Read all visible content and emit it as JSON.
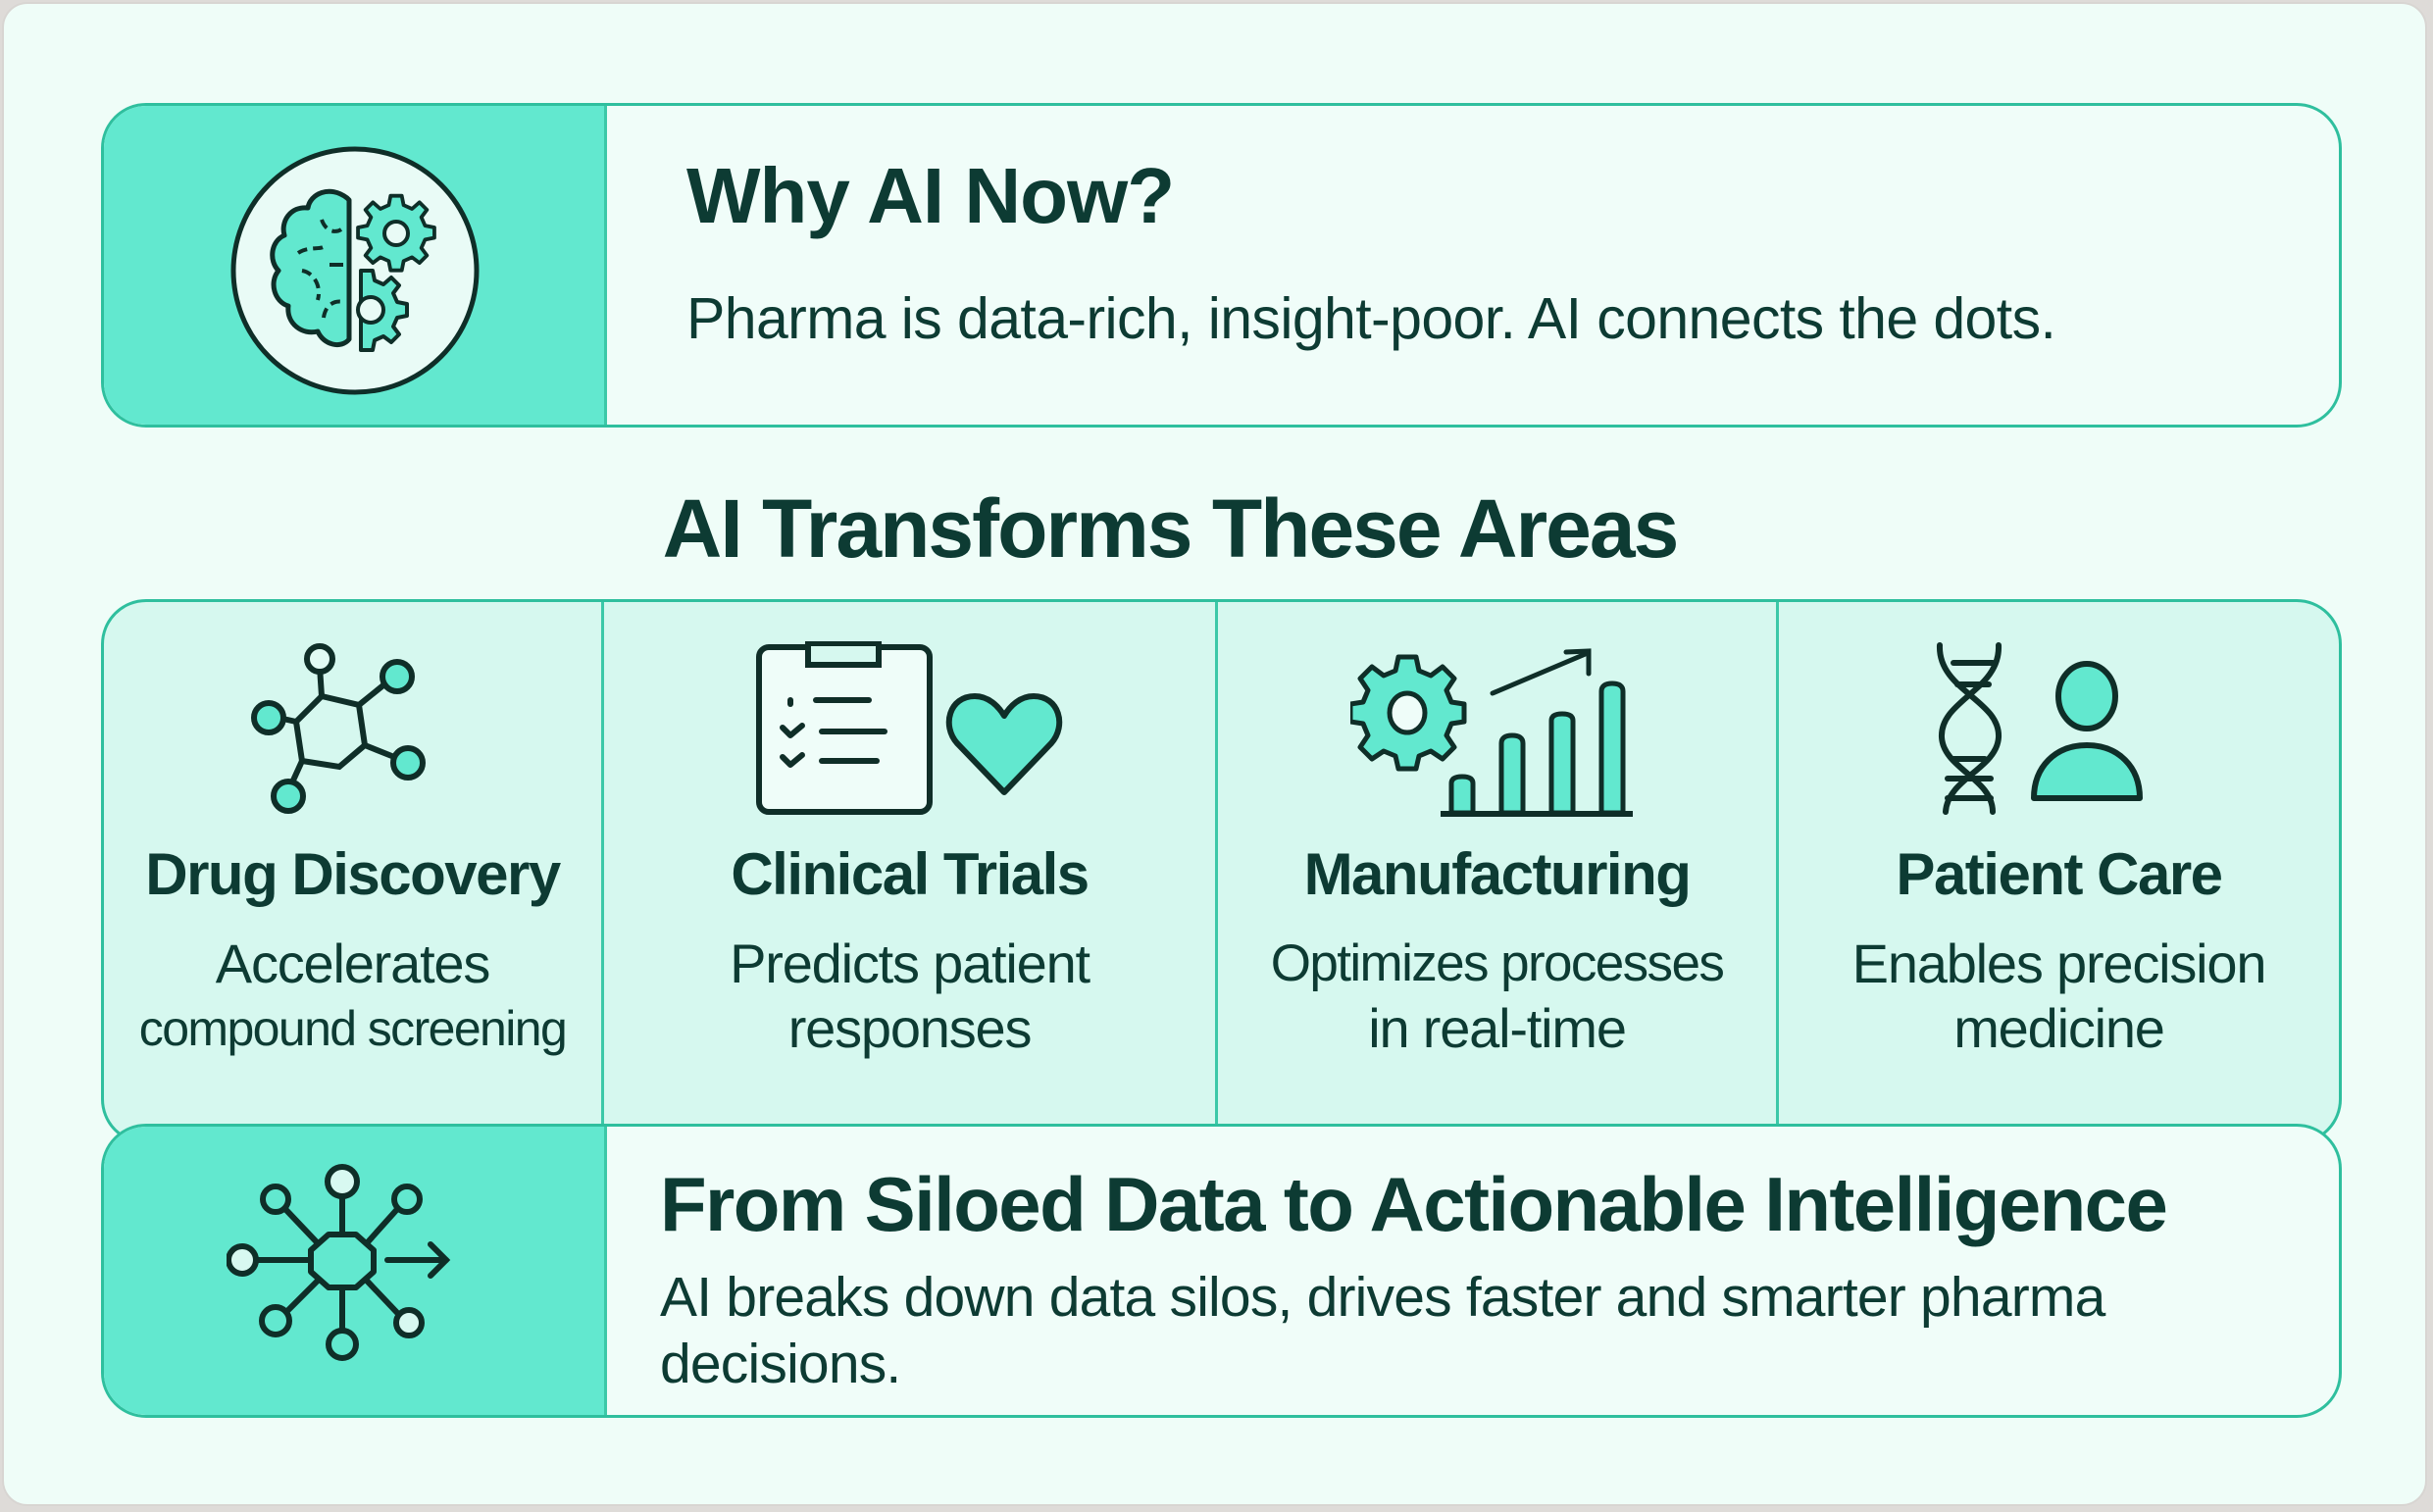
{
  "why_card": {
    "icon": "brain-gears-icon",
    "title": "Why AI Now?",
    "subtitle": "Pharma is data-rich, insight-poor. AI connects the dots."
  },
  "section": {
    "heading": "AI Transforms These Areas"
  },
  "areas": [
    {
      "icon": "molecule-icon",
      "title": "Drug Discovery",
      "desc_line1": "Accelerates",
      "desc_line2": "compound screening"
    },
    {
      "icon": "clipboard-heart-icon",
      "title": "Clinical Trials",
      "desc_line1": "Predicts patient",
      "desc_line2": "responses"
    },
    {
      "icon": "gear-growth-chart-icon",
      "title": "Manufacturing",
      "desc_line1": "Optimizes processes",
      "desc_line2": "in real-time"
    },
    {
      "icon": "dna-person-icon",
      "title": "Patient Care",
      "desc_line1": "Enables precision",
      "desc_line2": "medicine"
    }
  ],
  "silo_card": {
    "icon": "network-hub-arrow-icon",
    "title": "From Siloed Data to Actionable Intelligence",
    "desc": "AI breaks down data silos, drives faster and smarter pharma decisions."
  },
  "colors": {
    "accent_teal": "#62e8cf",
    "border_teal": "#2fbf9e",
    "text_dark_green": "#0d3b33",
    "grid_fill": "#d6f8ef",
    "card_fill": "#f0fdf9",
    "frame_fill": "#effdf8"
  }
}
